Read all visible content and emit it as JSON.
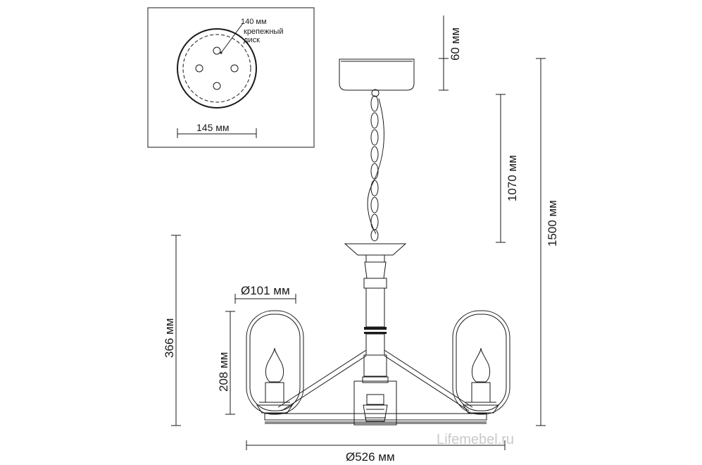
{
  "inset": {
    "disk_diameter_label": "140 мм",
    "disk_caption_line1": "крепежный",
    "disk_caption_line2": "диск",
    "canopy_diameter_label": "145 мм"
  },
  "dimensions": {
    "canopy_height": "60 мм",
    "chain_length": "1070 мм",
    "total_height": "1500 мм",
    "body_height": "366 мм",
    "shade_height": "208 мм",
    "shade_diameter": "Ø101 мм",
    "overall_diameter": "Ø526 мм"
  },
  "watermark": "Lifemebel.ru"
}
